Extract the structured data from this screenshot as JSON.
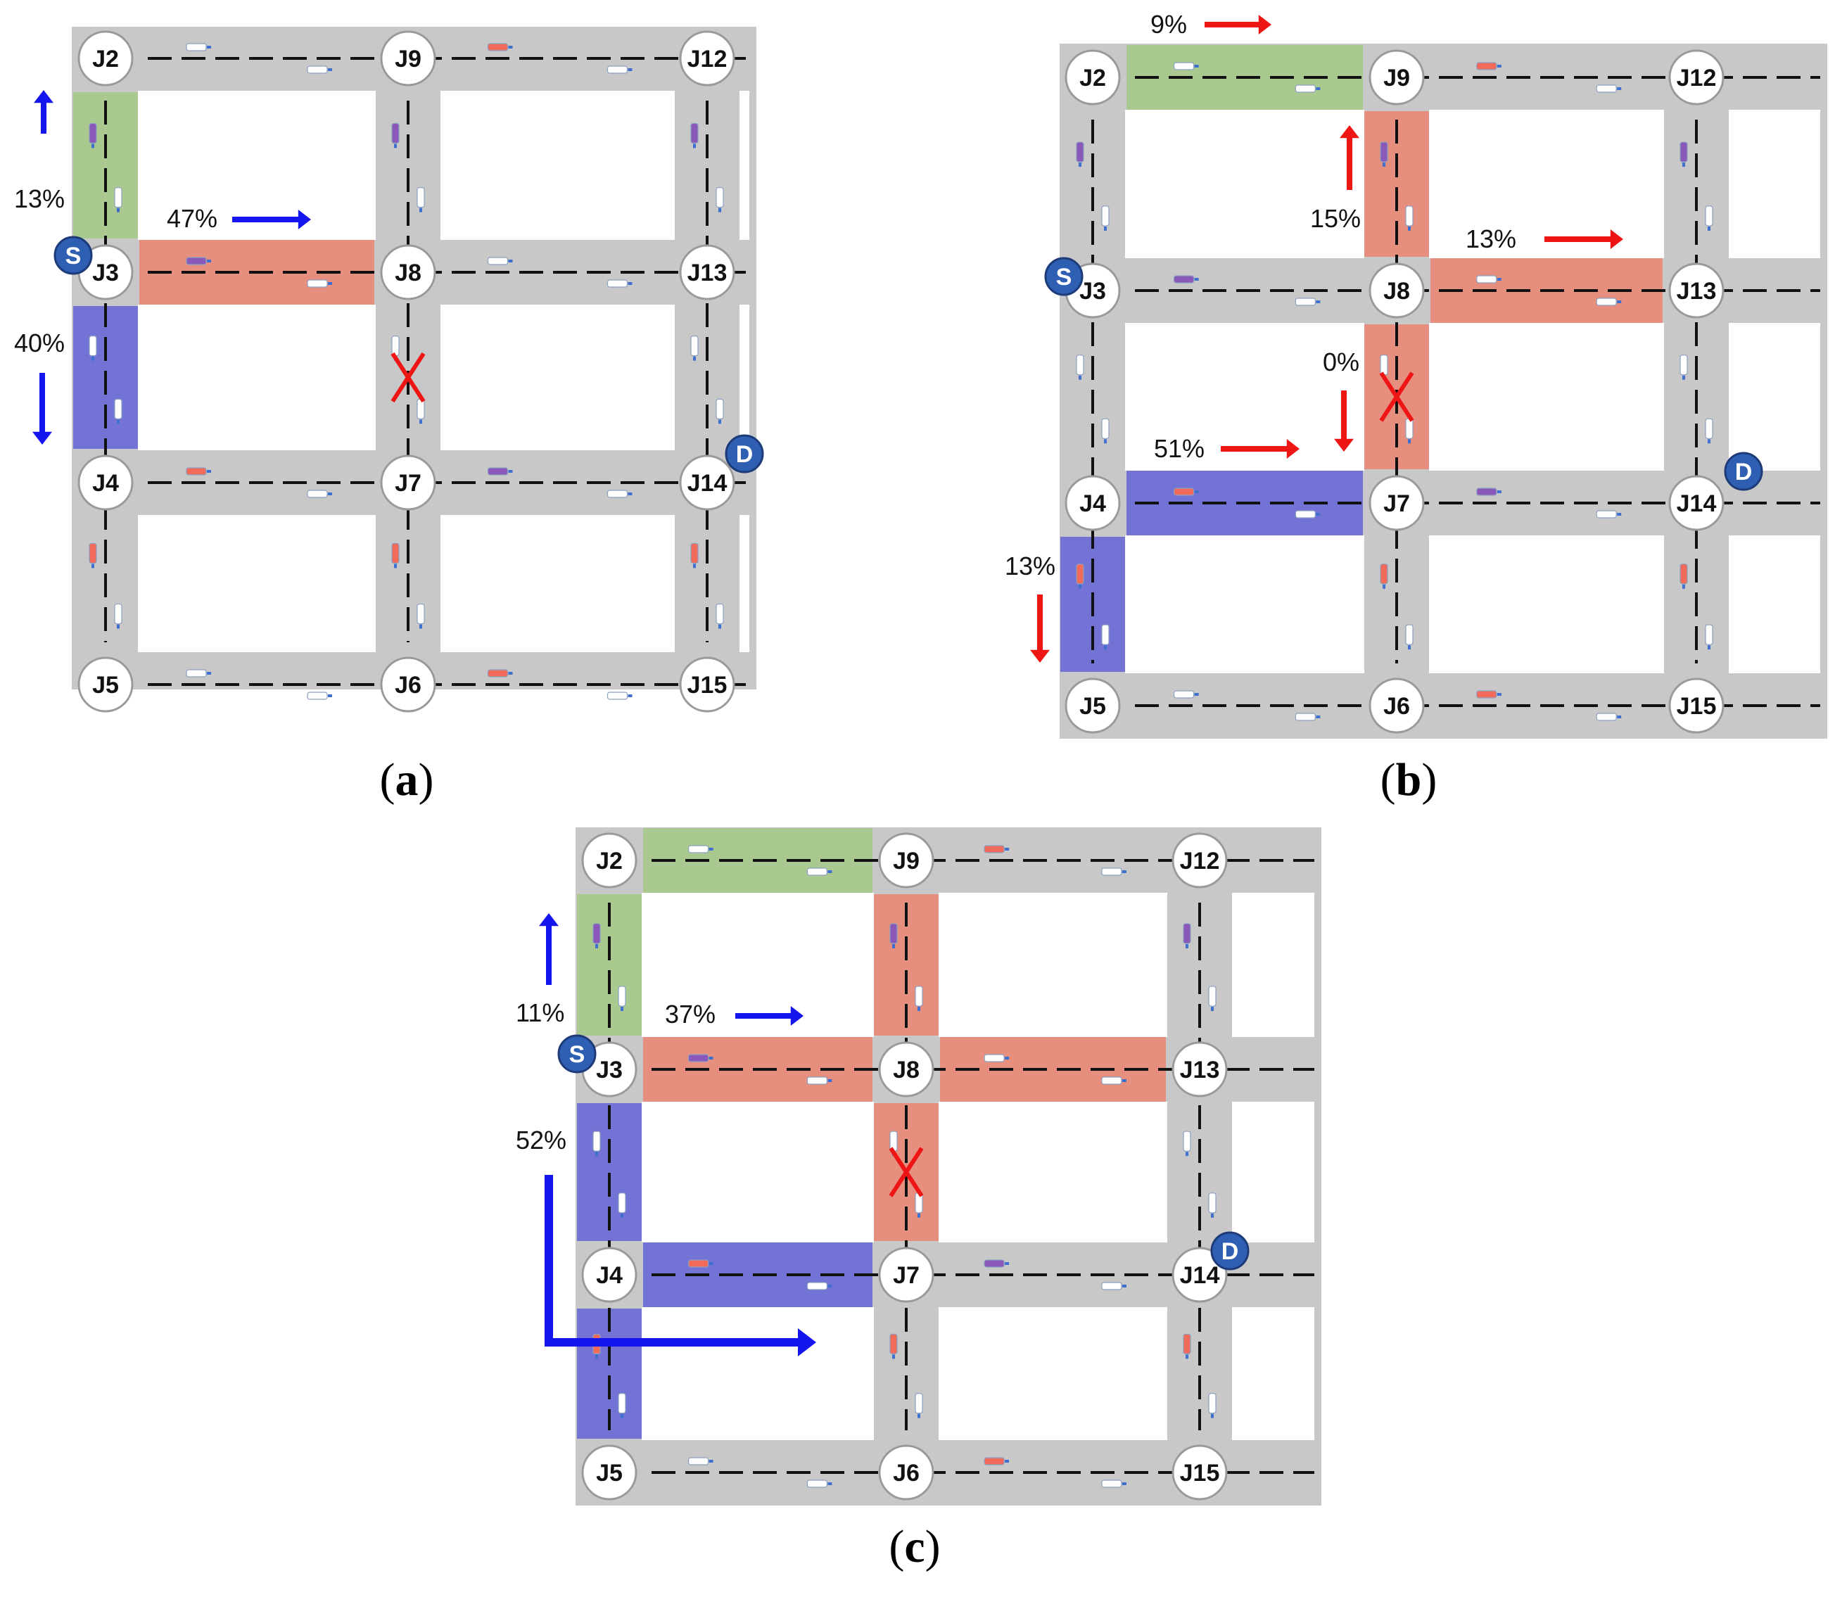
{
  "colors": {
    "road": "#c8c8c8",
    "green": "#a6c98c",
    "red": "#e88a78",
    "blue": "#6b6bd6",
    "arrow_blue": "#1515ee",
    "arrow_red": "#ee1515",
    "marker": "#2f5fb3",
    "cross": "#ee1515"
  },
  "icons": [
    "car-icon",
    "arrow-up-icon",
    "arrow-down-icon",
    "arrow-right-icon",
    "blocked-road-icon"
  ],
  "panels": [
    {
      "caption": "a",
      "junctions": [
        "J2",
        "J9",
        "J12",
        "J3",
        "J8",
        "J13",
        "J4",
        "J7",
        "J14",
        "J5",
        "J6",
        "J15"
      ],
      "source_marker": "S",
      "destination_marker": "D",
      "highlights": [
        {
          "segment": "J2-J3",
          "color": "green"
        },
        {
          "segment": "J3-J8",
          "color": "red"
        },
        {
          "segment": "J3-J4",
          "color": "blue"
        }
      ],
      "blocked": "J8-J7",
      "flows": [
        {
          "label": "13%",
          "direction": "up",
          "color": "blue"
        },
        {
          "label": "47%",
          "direction": "right",
          "color": "blue"
        },
        {
          "label": "40%",
          "direction": "down",
          "color": "blue"
        }
      ]
    },
    {
      "caption": "b",
      "junctions": [
        "J2",
        "J9",
        "J12",
        "J3",
        "J8",
        "J13",
        "J4",
        "J7",
        "J14",
        "J5",
        "J6",
        "J15"
      ],
      "source_marker": "S",
      "destination_marker": "D",
      "highlights": [
        {
          "segment": "J2-J9",
          "color": "green"
        },
        {
          "segment": "J9-J8",
          "color": "red"
        },
        {
          "segment": "J8-J13",
          "color": "red"
        },
        {
          "segment": "J8-J7",
          "color": "red"
        },
        {
          "segment": "J4-J7",
          "color": "blue"
        },
        {
          "segment": "J4-J5",
          "color": "blue"
        }
      ],
      "blocked": "J8-J7",
      "flows": [
        {
          "label": "9%",
          "direction": "right",
          "color": "red"
        },
        {
          "label": "15%",
          "direction": "up",
          "color": "red"
        },
        {
          "label": "13%",
          "direction": "right",
          "color": "red"
        },
        {
          "label": "0%",
          "direction": "down",
          "color": "red"
        },
        {
          "label": "51%",
          "direction": "right",
          "color": "red"
        },
        {
          "label": "13%",
          "direction": "down",
          "color": "red"
        }
      ]
    },
    {
      "caption": "c",
      "junctions": [
        "J2",
        "J9",
        "J12",
        "J3",
        "J8",
        "J13",
        "J4",
        "J7",
        "J14",
        "J5",
        "J6",
        "J15"
      ],
      "source_marker": "S",
      "destination_marker": "D",
      "highlights": [
        {
          "segment": "J2-J9",
          "color": "green"
        },
        {
          "segment": "J2-J3",
          "color": "green"
        },
        {
          "segment": "J9-J8",
          "color": "red"
        },
        {
          "segment": "J3-J8",
          "color": "red"
        },
        {
          "segment": "J8-J13",
          "color": "red"
        },
        {
          "segment": "J8-J7",
          "color": "red"
        },
        {
          "segment": "J3-J4",
          "color": "blue"
        },
        {
          "segment": "J4-J7",
          "color": "blue"
        },
        {
          "segment": "J4-J5",
          "color": "blue"
        }
      ],
      "blocked": "J8-J7",
      "flows": [
        {
          "label": "11%",
          "direction": "up",
          "color": "blue"
        },
        {
          "label": "37%",
          "direction": "right",
          "color": "blue"
        },
        {
          "label": "52%",
          "direction": "down-right",
          "color": "blue"
        }
      ]
    }
  ]
}
